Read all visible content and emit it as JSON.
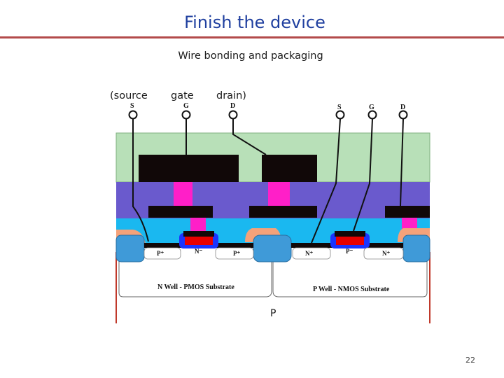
{
  "slide": {
    "title": "Finish the device",
    "subtitle": "Wire bonding and packaging",
    "labels": {
      "source": "(source",
      "gate": "gate",
      "drain": "drain)"
    },
    "page_number": "22"
  },
  "diagram": {
    "pins_left": [
      "S",
      "G",
      "D"
    ],
    "pins_right": [
      "S",
      "G",
      "D"
    ],
    "wells": {
      "left": "N Well - PMOS Substrate",
      "right": "P Well - NMOS Substrate"
    },
    "doping": {
      "p_plus": "P⁺",
      "n_plus": "N⁺",
      "n_minus": "N⁻",
      "p_minus": "P⁻"
    },
    "substrate_label": "P"
  },
  "colors": {
    "title": "#1f3f9f",
    "rule": "#b34a4a",
    "passivation": "#b8e0b8",
    "metal": "#110808",
    "dielectric": "#6a5acd",
    "via": "#ff1fc8",
    "field_oxide": "#1ab8f0",
    "isolation": "#3f9ad8",
    "poly": "#e60000",
    "gate_oxide": "#1a34ff",
    "spacer": "#f4a27a",
    "substrate_edge": "#c0392b"
  }
}
